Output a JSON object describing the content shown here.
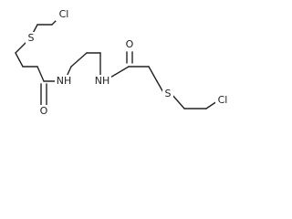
{
  "molecule": {
    "atoms": {
      "cl_top": "Cl",
      "s_top": "S",
      "o_left": "O",
      "nh_left": "NH",
      "nh_right": "NH",
      "o_right": "O",
      "s_right": "S",
      "cl_right": "Cl"
    }
  }
}
